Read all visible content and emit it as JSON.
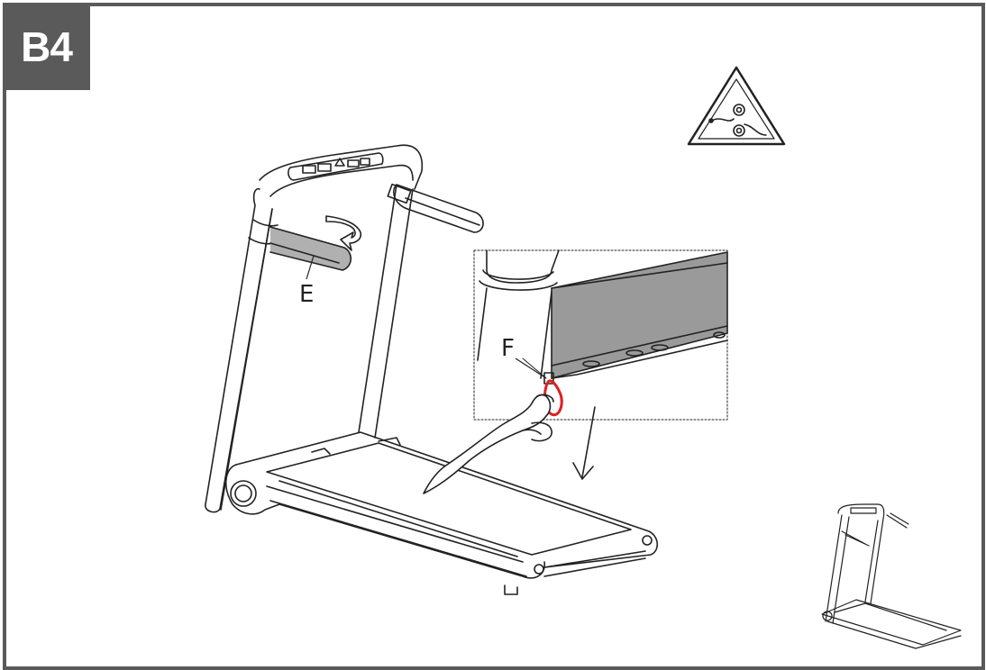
{
  "step": {
    "label": "B4"
  },
  "labels": {
    "handlebar": "E",
    "safety_key": "F"
  },
  "warning_icon": {
    "name": "pinch-hazard-warning-icon"
  },
  "colors": {
    "frame": "#5a5a5a",
    "highlight": "#e02020",
    "line": "#222222",
    "fill_gray": "#9a9a9a"
  }
}
